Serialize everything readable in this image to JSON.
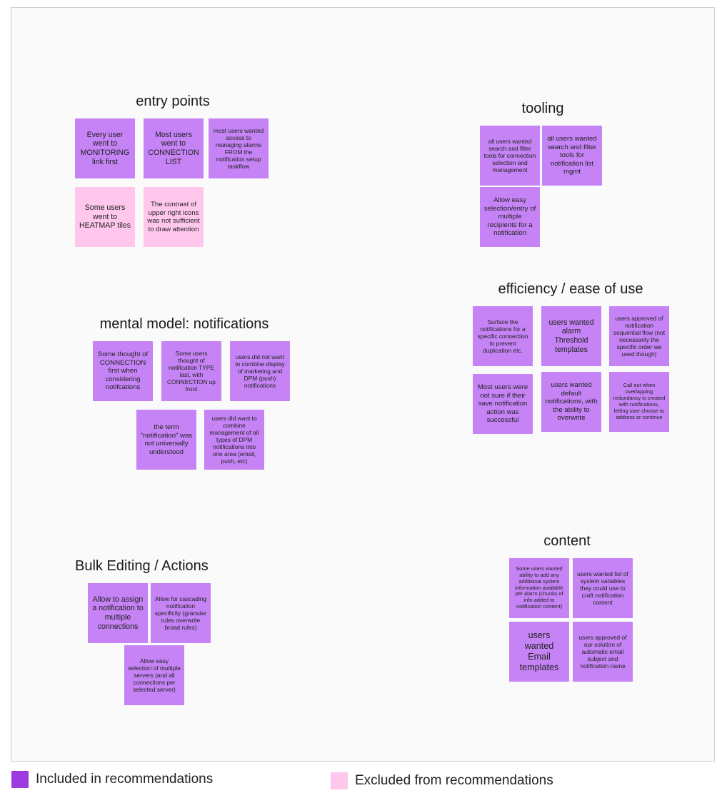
{
  "colors": {
    "included": "#9b3be0",
    "excluded": "#ffc7ec",
    "note_included": "#c583f5"
  },
  "groups": {
    "entry_points": {
      "title": "entry points",
      "notes": [
        "Every user went to MONITORING link first",
        "Most users went to CONNECTION LIST",
        "most users wanted access to managing alarms FROM the notification setup taskflow",
        "Some users went to HEATMAP tiles",
        "The contrast of upper right icons was not sufficient to draw attention"
      ]
    },
    "tooling": {
      "title": "tooling",
      "notes": [
        "all users wanted search and filter tools for connection selection and management",
        "all users wanted search and filter tools for notification list mgmt",
        "Allow easy selection/entry of multiple recipients for a notification"
      ]
    },
    "efficiency": {
      "title": "efficiency / ease of use",
      "notes": [
        "Surface the notifications for a specific connection to prevent duplication etc.",
        "users wanted alarm Threshold templates",
        "users approved of notification sequential flow (not necessarily the specific order we used though)",
        "Most users were not sure if their save notification action was successful",
        "users wanted default notifications, with the ability to overwrite",
        "Call out when overlapping redundancy is created with notifications, letting user choose to address or continue"
      ]
    },
    "mental_model": {
      "title": "mental model: notifications",
      "notes": [
        "Some thought of CONNECTION first when considering notifcations",
        "Some users thought of notification TYPE last, with CONNECTION up front",
        "users did not want to combine display of marketing and DPM (push) notifications",
        "the term \"notification\" was not universally understood",
        "users did want to combine management of all types of DPM notifications into one area (email, push, etc)"
      ]
    },
    "content": {
      "title": "content",
      "notes": [
        "Some users wanted ability to add any additional system information available per alarm (chunks of info added to notification content)",
        "users wanted list of system variables they could use to craft notification content",
        "users wanted Email templates",
        "users approved of our solution of automatic email subject and notification name"
      ]
    },
    "bulk": {
      "title": "Bulk Editing / Actions",
      "notes": [
        "Allow to assign a notification to multiple connections",
        "Allow for cascading notification specificity (granular rules overwrite broad rules)",
        "Allow easy selection of multiple servers (and all connections per selected server)"
      ]
    }
  },
  "legend": {
    "included": "Included in recommendations",
    "excluded": "Excluded from recommendations"
  }
}
